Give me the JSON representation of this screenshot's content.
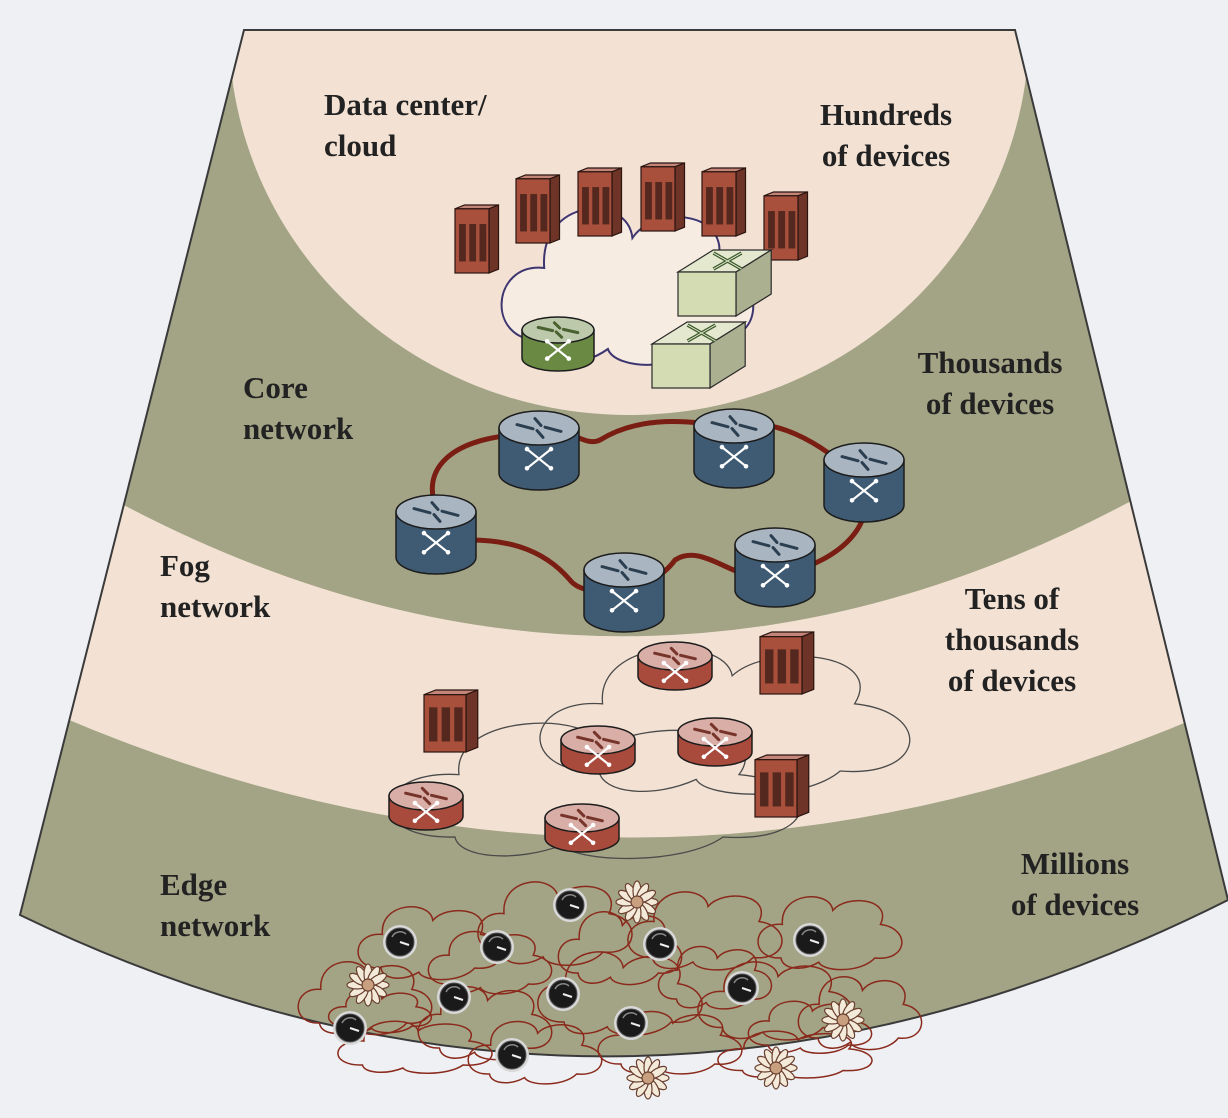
{
  "diagram": {
    "layers": [
      {
        "id": "cloud",
        "name_lines": [
          "Data center/",
          "cloud"
        ],
        "scale_lines": [
          "Hundreds",
          "of devices"
        ]
      },
      {
        "id": "core",
        "name_lines": [
          "Core",
          "network"
        ],
        "scale_lines": [
          "Thousands",
          "of devices"
        ]
      },
      {
        "id": "fog",
        "name_lines": [
          "Fog",
          "network"
        ],
        "scale_lines": [
          "Tens of",
          "thousands",
          "of devices"
        ]
      },
      {
        "id": "edge",
        "name_lines": [
          "Edge",
          "network"
        ],
        "scale_lines": [
          "Millions",
          "of devices"
        ]
      }
    ],
    "colors": {
      "background": "#eef0f4",
      "cream_band": "#f3e2d4",
      "olive_band": "#a3a485",
      "outline": "#3a3a3a",
      "server": "#a8503c",
      "core_router": "#3f5a73",
      "fog_router": "#a84a3c",
      "cloud_router": "#6a8a44",
      "switch": "#d4dcb4",
      "core_ring": "#7a1e14",
      "cloud_outline": "#3c3570",
      "edge_mesh": "#8a2a1c",
      "sensor": "#1a1a1a",
      "actuator": "#f4ead9"
    }
  }
}
